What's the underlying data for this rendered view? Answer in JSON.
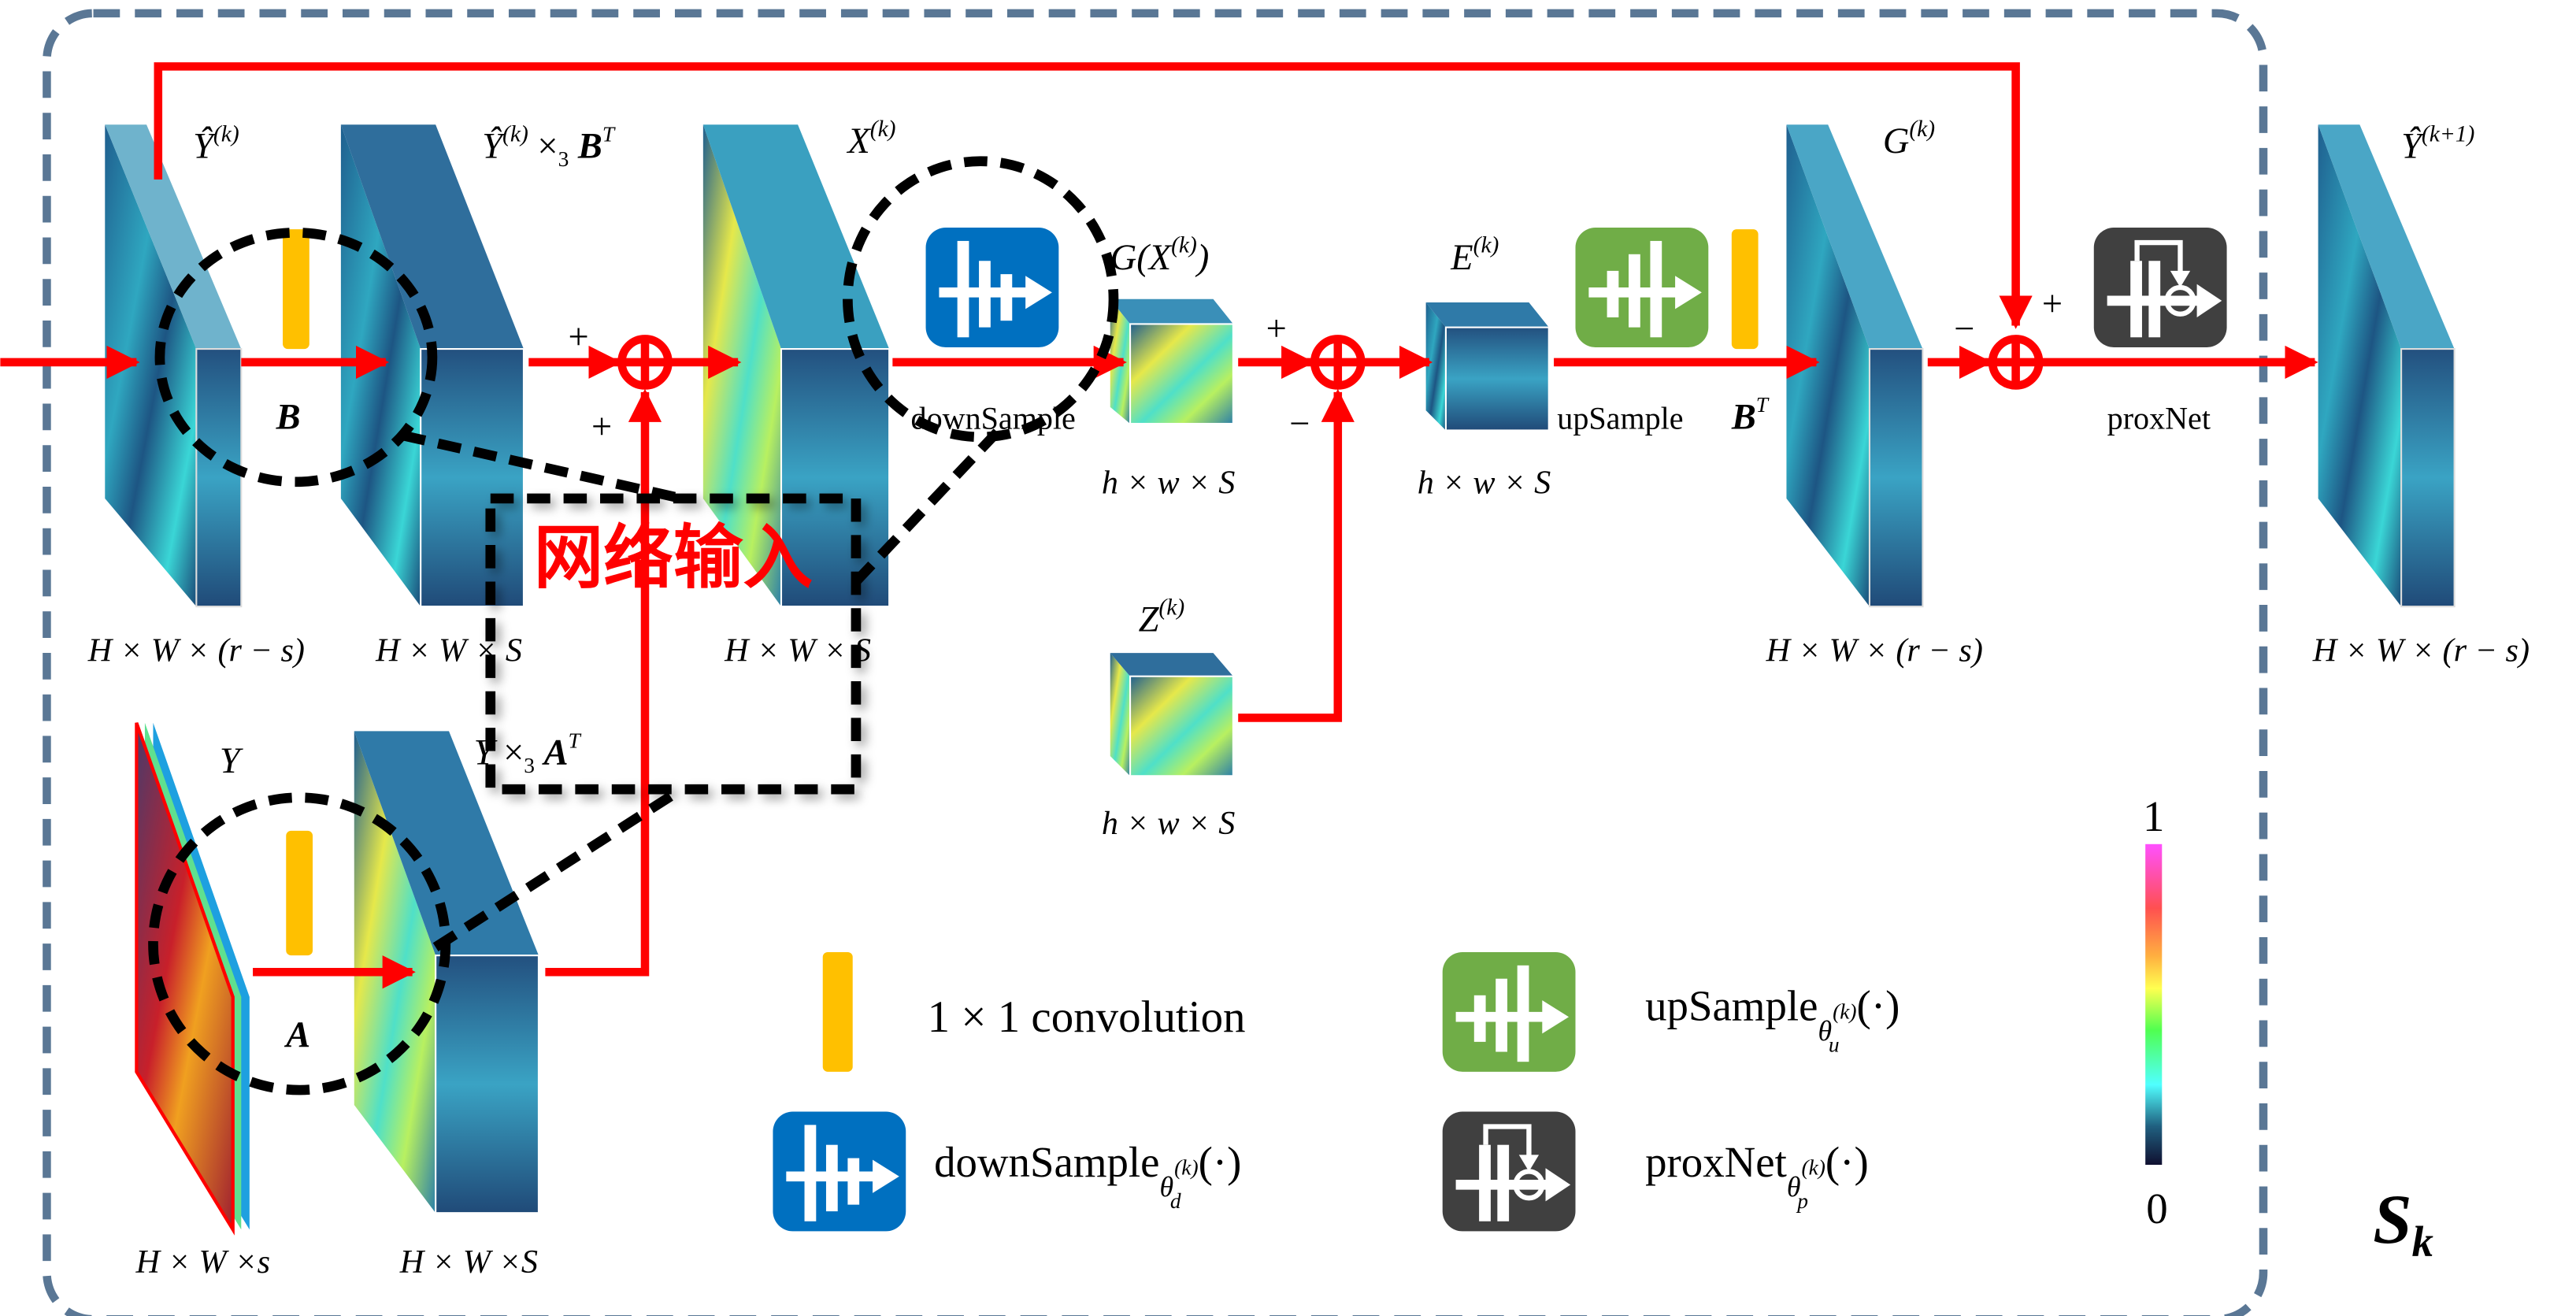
{
  "frame_label": "S",
  "frame_label_sub": "k",
  "tensors": {
    "y_hat_k": {
      "name": "Ŷ",
      "sup": "(k)",
      "dims": "H × W × (r − s)"
    },
    "y_hat_b": {
      "name": "Ŷ",
      "sup": "(k)",
      "op": "×",
      "op_sub": "3",
      "mat": "B",
      "mat_sup": "T",
      "dims": "H × W × S"
    },
    "x_k": {
      "name": "X",
      "sup": "(k)",
      "dims": "H × W × S"
    },
    "g_x": {
      "name": "G(X",
      "sup": "(k)",
      "close": ")",
      "dims": "h × w × S"
    },
    "e_k": {
      "name": "E",
      "sup": "(k)",
      "dims": "h × w × S"
    },
    "z_k": {
      "name": "Z",
      "sup": "(k)",
      "dims": "h × w × S"
    },
    "g_k": {
      "name": "G",
      "sup": "(k)",
      "dims": "H × W × (r − s)"
    },
    "y_hat_k1": {
      "name": "Ŷ",
      "sup": "(k+1)",
      "dims": "H × W × (r − s)"
    },
    "y": {
      "name": "Y",
      "dims": "H × W ×s"
    },
    "y_a": {
      "name": "Y",
      "op": "×",
      "op_sub": "3",
      "mat": "A",
      "mat_sup": "T",
      "dims": "H × W ×S"
    }
  },
  "edge_labels": {
    "b": "B",
    "a": "A",
    "downsample": "downSample",
    "upsample": "upSample",
    "bt": "B",
    "bt_sup": "T",
    "proxnet": "proxNet"
  },
  "signs": [
    "+",
    "+",
    "+",
    "−",
    "−",
    "+"
  ],
  "callout": "网络输入",
  "legend": {
    "conv": "1 × 1 convolution",
    "upsample": {
      "name": "upSample",
      "sub": "θ",
      "sub_sub": "u",
      "sub_sup": "(k)",
      "arg": "(·)"
    },
    "downsample": {
      "name": "downSample",
      "sub": "θ",
      "sub_sub": "d",
      "sub_sup": "(k)",
      "arg": "(·)"
    },
    "proxnet": {
      "name": "proxNet",
      "sub": "θ",
      "sub_sub": "p",
      "sub_sup": "(k)",
      "arg": "(·)"
    }
  },
  "colorbar": {
    "max": "1",
    "min": "0"
  },
  "colors": {
    "arrow": "#ff0000",
    "conv": "#ffc000",
    "down": "#0070c0",
    "up": "#70ad47",
    "prox": "#404040",
    "frame": "#5a7795"
  }
}
